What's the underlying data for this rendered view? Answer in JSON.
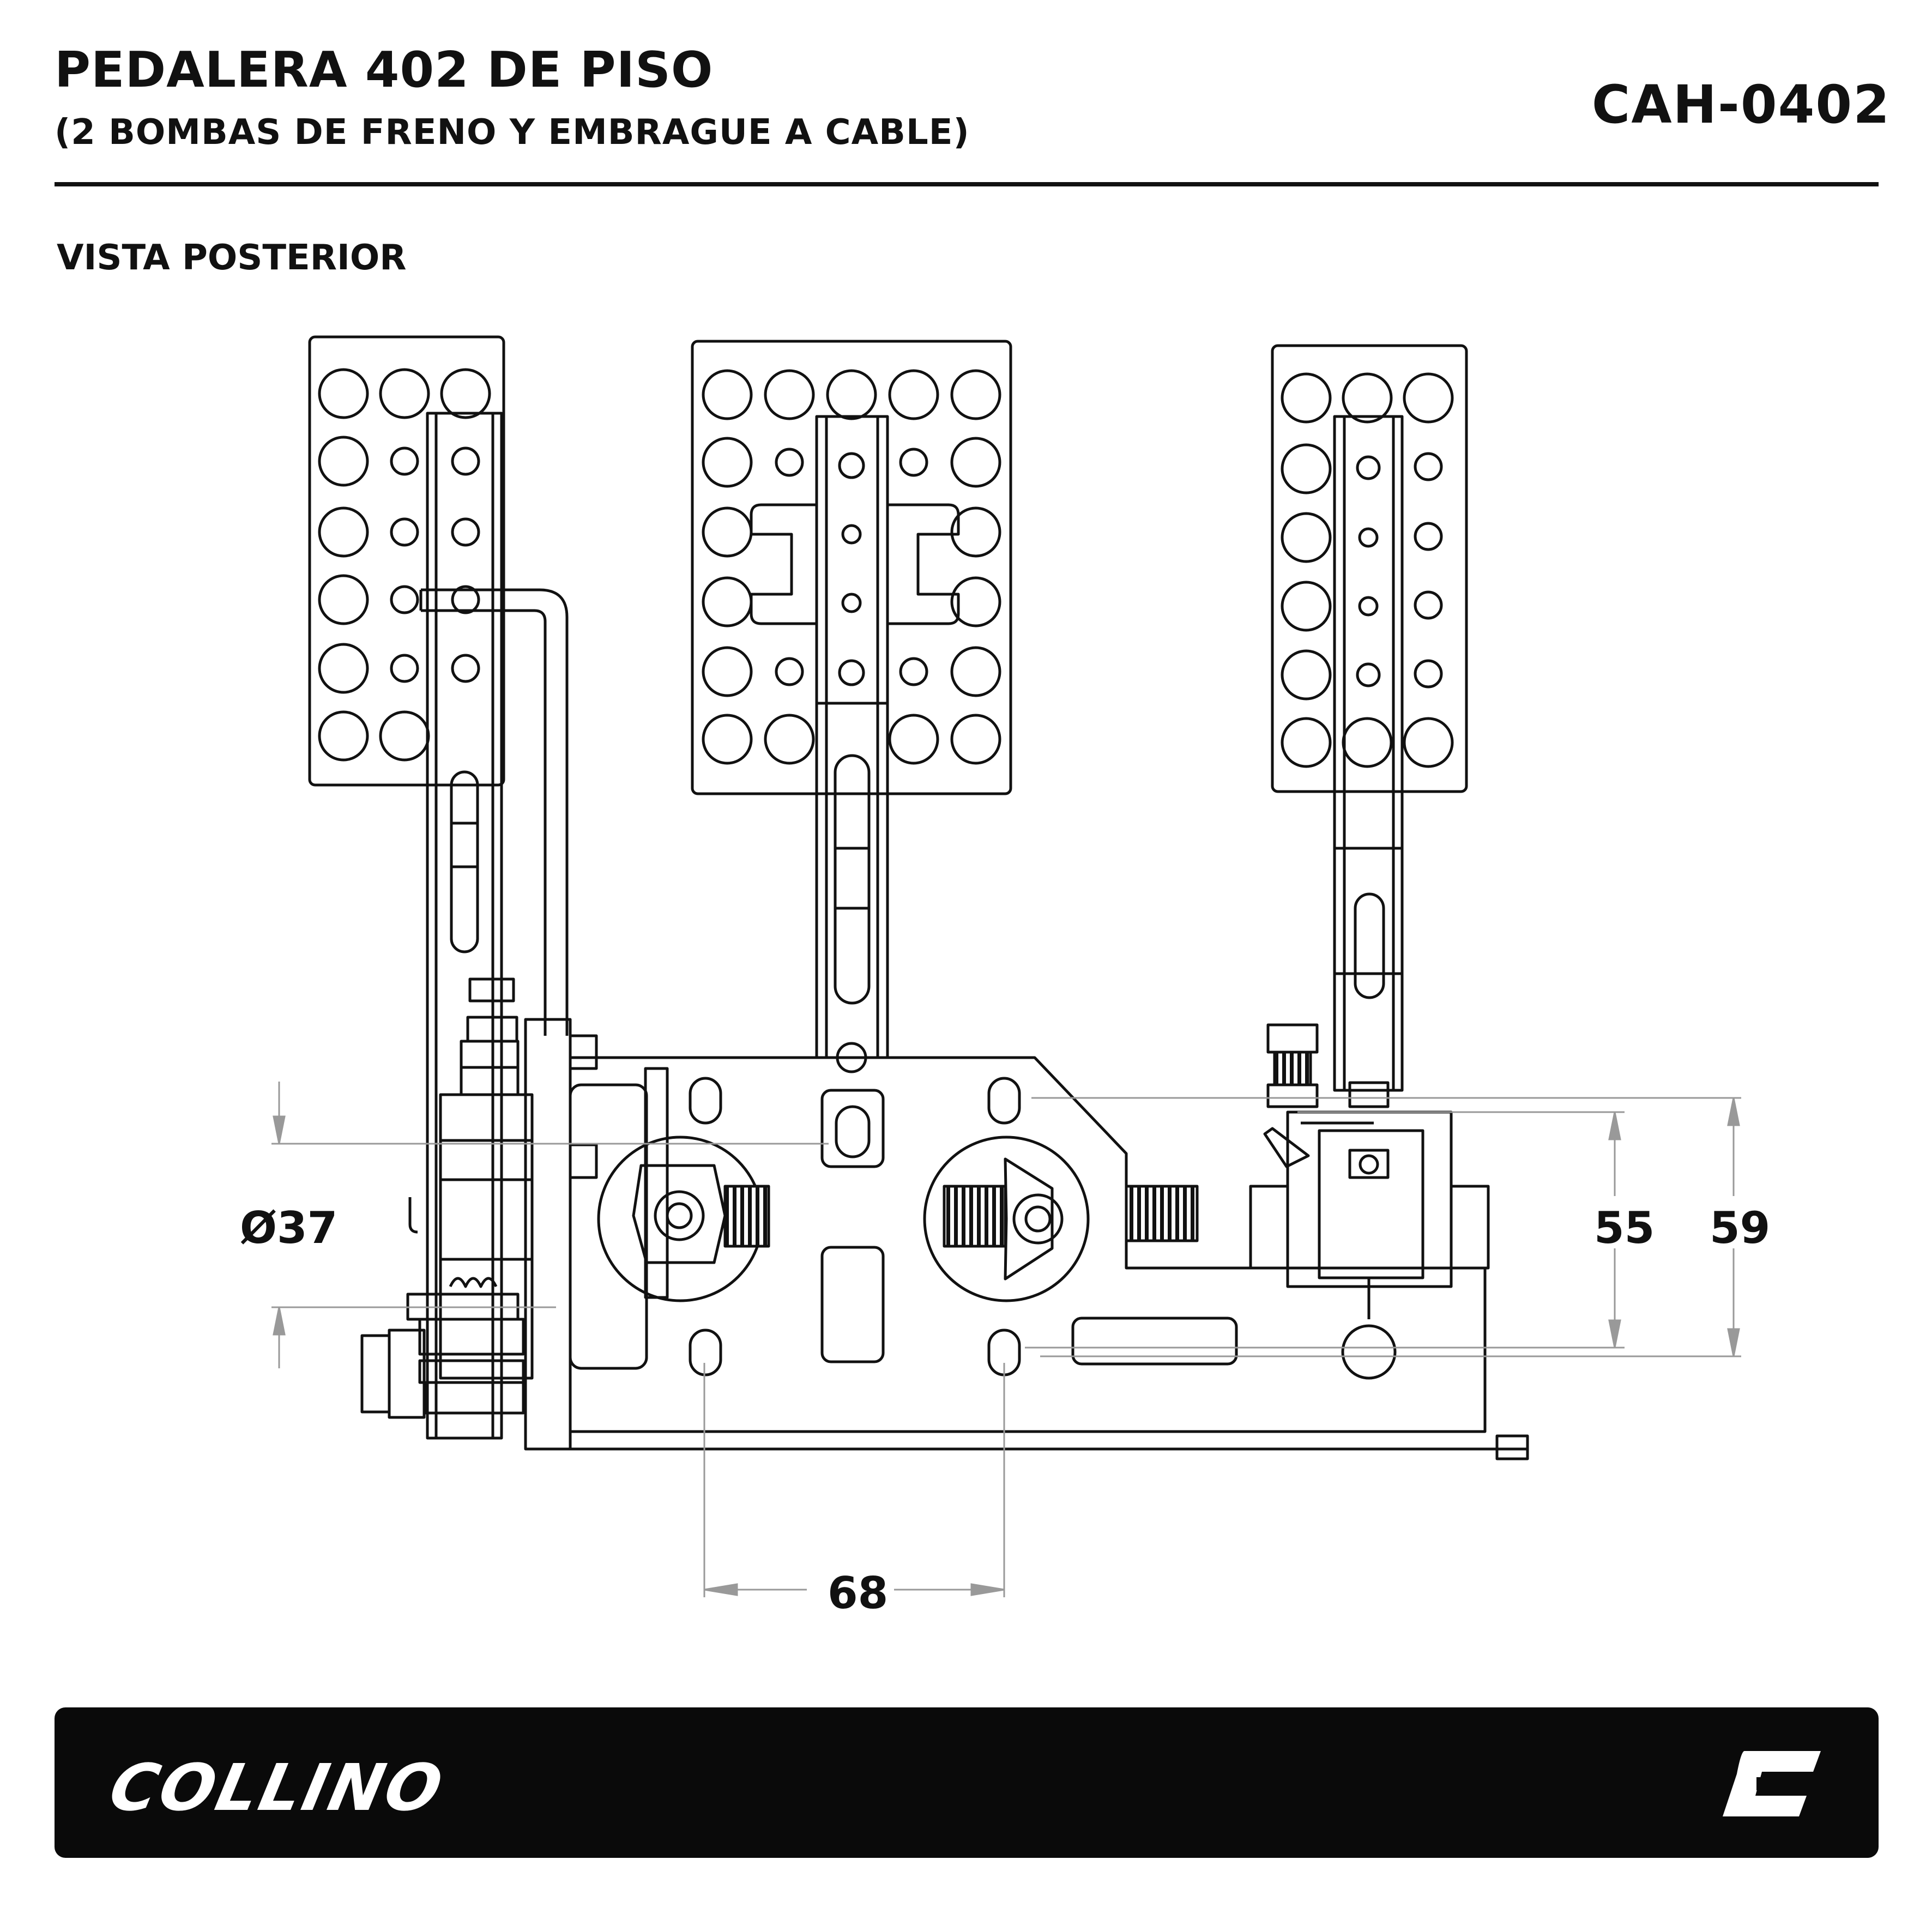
{
  "header": {
    "title": "PEDALERA 402 DE PISO",
    "subtitle": "(2 BOMBAS DE FRENO Y EMBRAGUE A CABLE)",
    "code": "CAH-0402"
  },
  "view_label": "VISTA POSTERIOR",
  "dimensions": {
    "diameter": "Ø37",
    "height_a": "55",
    "height_b": "59",
    "spacing": "68"
  },
  "footer": {
    "brand": "COLLINO",
    "logo_icon": "collino-c-logo-icon",
    "background": "#0a0a0a",
    "text_color": "#ffffff"
  }
}
